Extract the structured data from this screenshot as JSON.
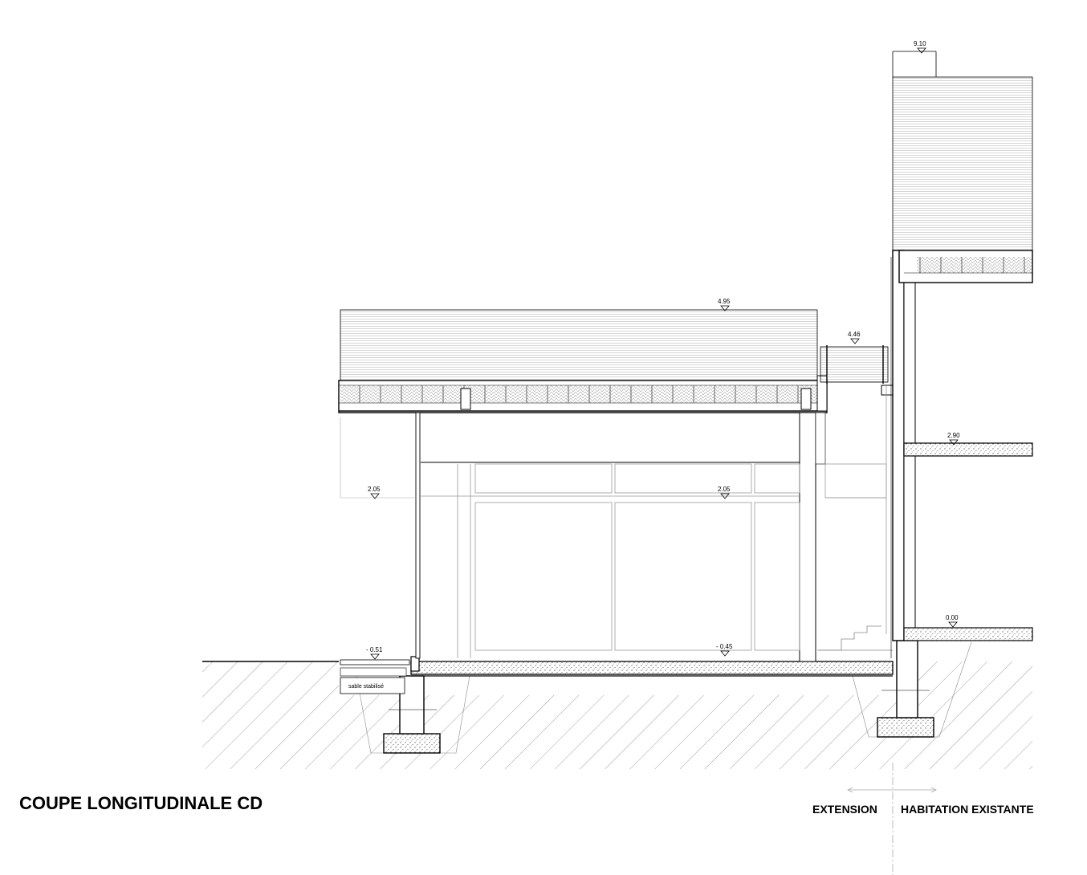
{
  "title": "COUPE LONGITUDINALE  CD",
  "zones": {
    "left": "EXTENSION",
    "right": "HABITATION EXISTANTE"
  },
  "levels": {
    "top_existing": "9.10",
    "roof_extension": "4.95",
    "gutter": "4.46",
    "first_floor_existing": "2.90",
    "ceiling_left": "2.05",
    "ceiling_center": "2.05",
    "ground_existing": "0.00",
    "floor_extension": "- 0.45",
    "exterior": "- 0.51"
  },
  "labels": {
    "sand": "sable stabilisé"
  }
}
